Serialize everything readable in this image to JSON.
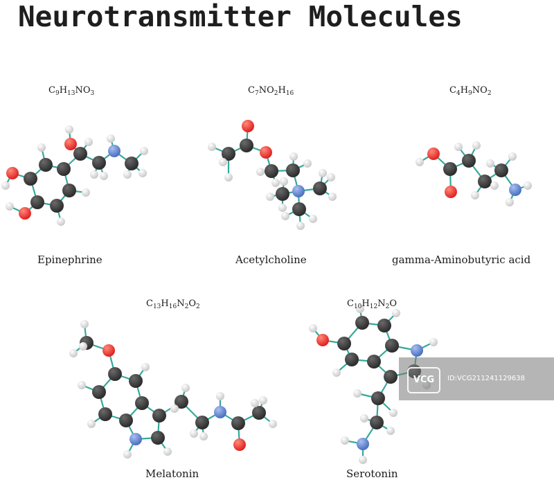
{
  "title": "Neurotransmitter Molecules",
  "molecules": [
    {
      "key": "epinephrine",
      "name": "Epinephrine",
      "formula": [
        [
          "C",
          "9"
        ],
        [
          "H",
          "13"
        ],
        [
          "NO",
          "3"
        ]
      ]
    },
    {
      "key": "acetylcholine",
      "name": "Acetylcholine",
      "formula": [
        [
          "C",
          "7"
        ],
        [
          "NO",
          "2"
        ],
        [
          "H",
          "16"
        ]
      ]
    },
    {
      "key": "gaba",
      "name": "gamma-Aminobutyric acid",
      "formula": [
        [
          "C",
          "4"
        ],
        [
          "H",
          "9"
        ],
        [
          "NO",
          "2"
        ]
      ]
    },
    {
      "key": "melatonin",
      "name": "Melatonin",
      "formula": [
        [
          "C",
          "13"
        ],
        [
          "H",
          "16"
        ],
        [
          "N",
          "2"
        ],
        [
          "O",
          "2"
        ]
      ]
    },
    {
      "key": "serotonin",
      "name": "Serotonin",
      "formula": [
        [
          "C",
          "10"
        ],
        [
          "H",
          "12"
        ],
        [
          "N",
          "2"
        ],
        [
          "O",
          ""
        ]
      ]
    }
  ],
  "watermark": {
    "logo": "VCG",
    "text": "ID:VCG211241129638"
  },
  "colors": {
    "carbon": "#2b2b2b",
    "oxygen": "#e02020",
    "nitrogen": "#4a6fc0",
    "hydrogen": "#e8e8e8",
    "bond": "#35a89a",
    "text": "#1a1a1a"
  }
}
